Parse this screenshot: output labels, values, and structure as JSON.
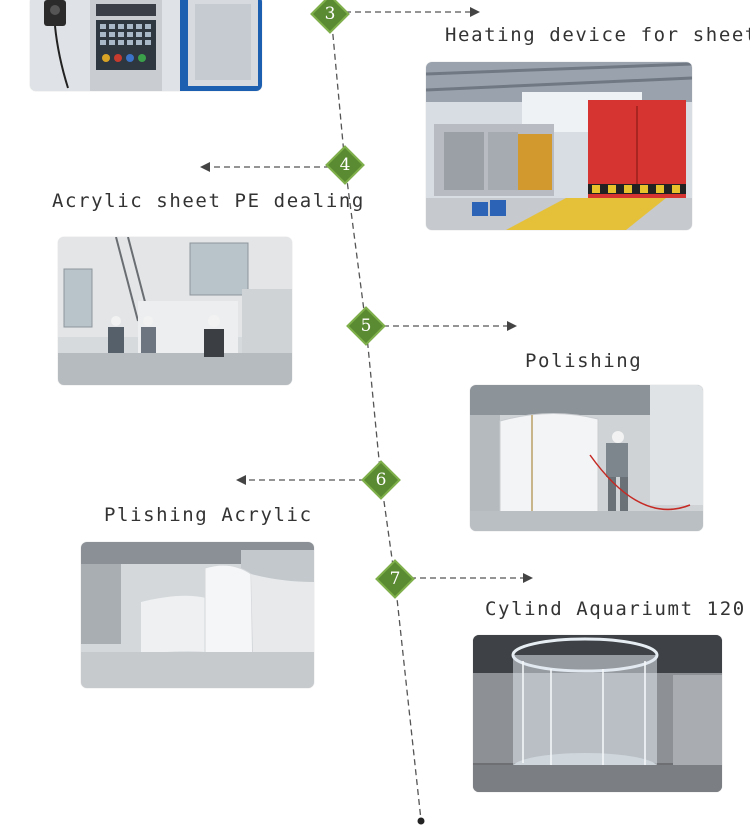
{
  "steps": [
    {
      "number": "3",
      "caption": "Heating device for sheet"
    },
    {
      "number": "4",
      "caption": "Acrylic sheet PE dealing"
    },
    {
      "number": "5",
      "caption": "Polishing"
    },
    {
      "number": "6",
      "caption": "Plishing Acrylic"
    },
    {
      "number": "7",
      "caption": "Cylind Aquariumt 120"
    }
  ],
  "photos": {
    "cnc": "cnc-machine-photo",
    "heating": "heating-oven-photo",
    "pe_dealing": "workers-pe-film-photo",
    "polishing": "worker-polishing-cylinder-photo",
    "plishing": "curved-acrylic-panels-photo",
    "cylinder": "cylinder-aquarium-photo"
  },
  "colors": {
    "accent": "#5a8a32",
    "line": "#555555"
  }
}
